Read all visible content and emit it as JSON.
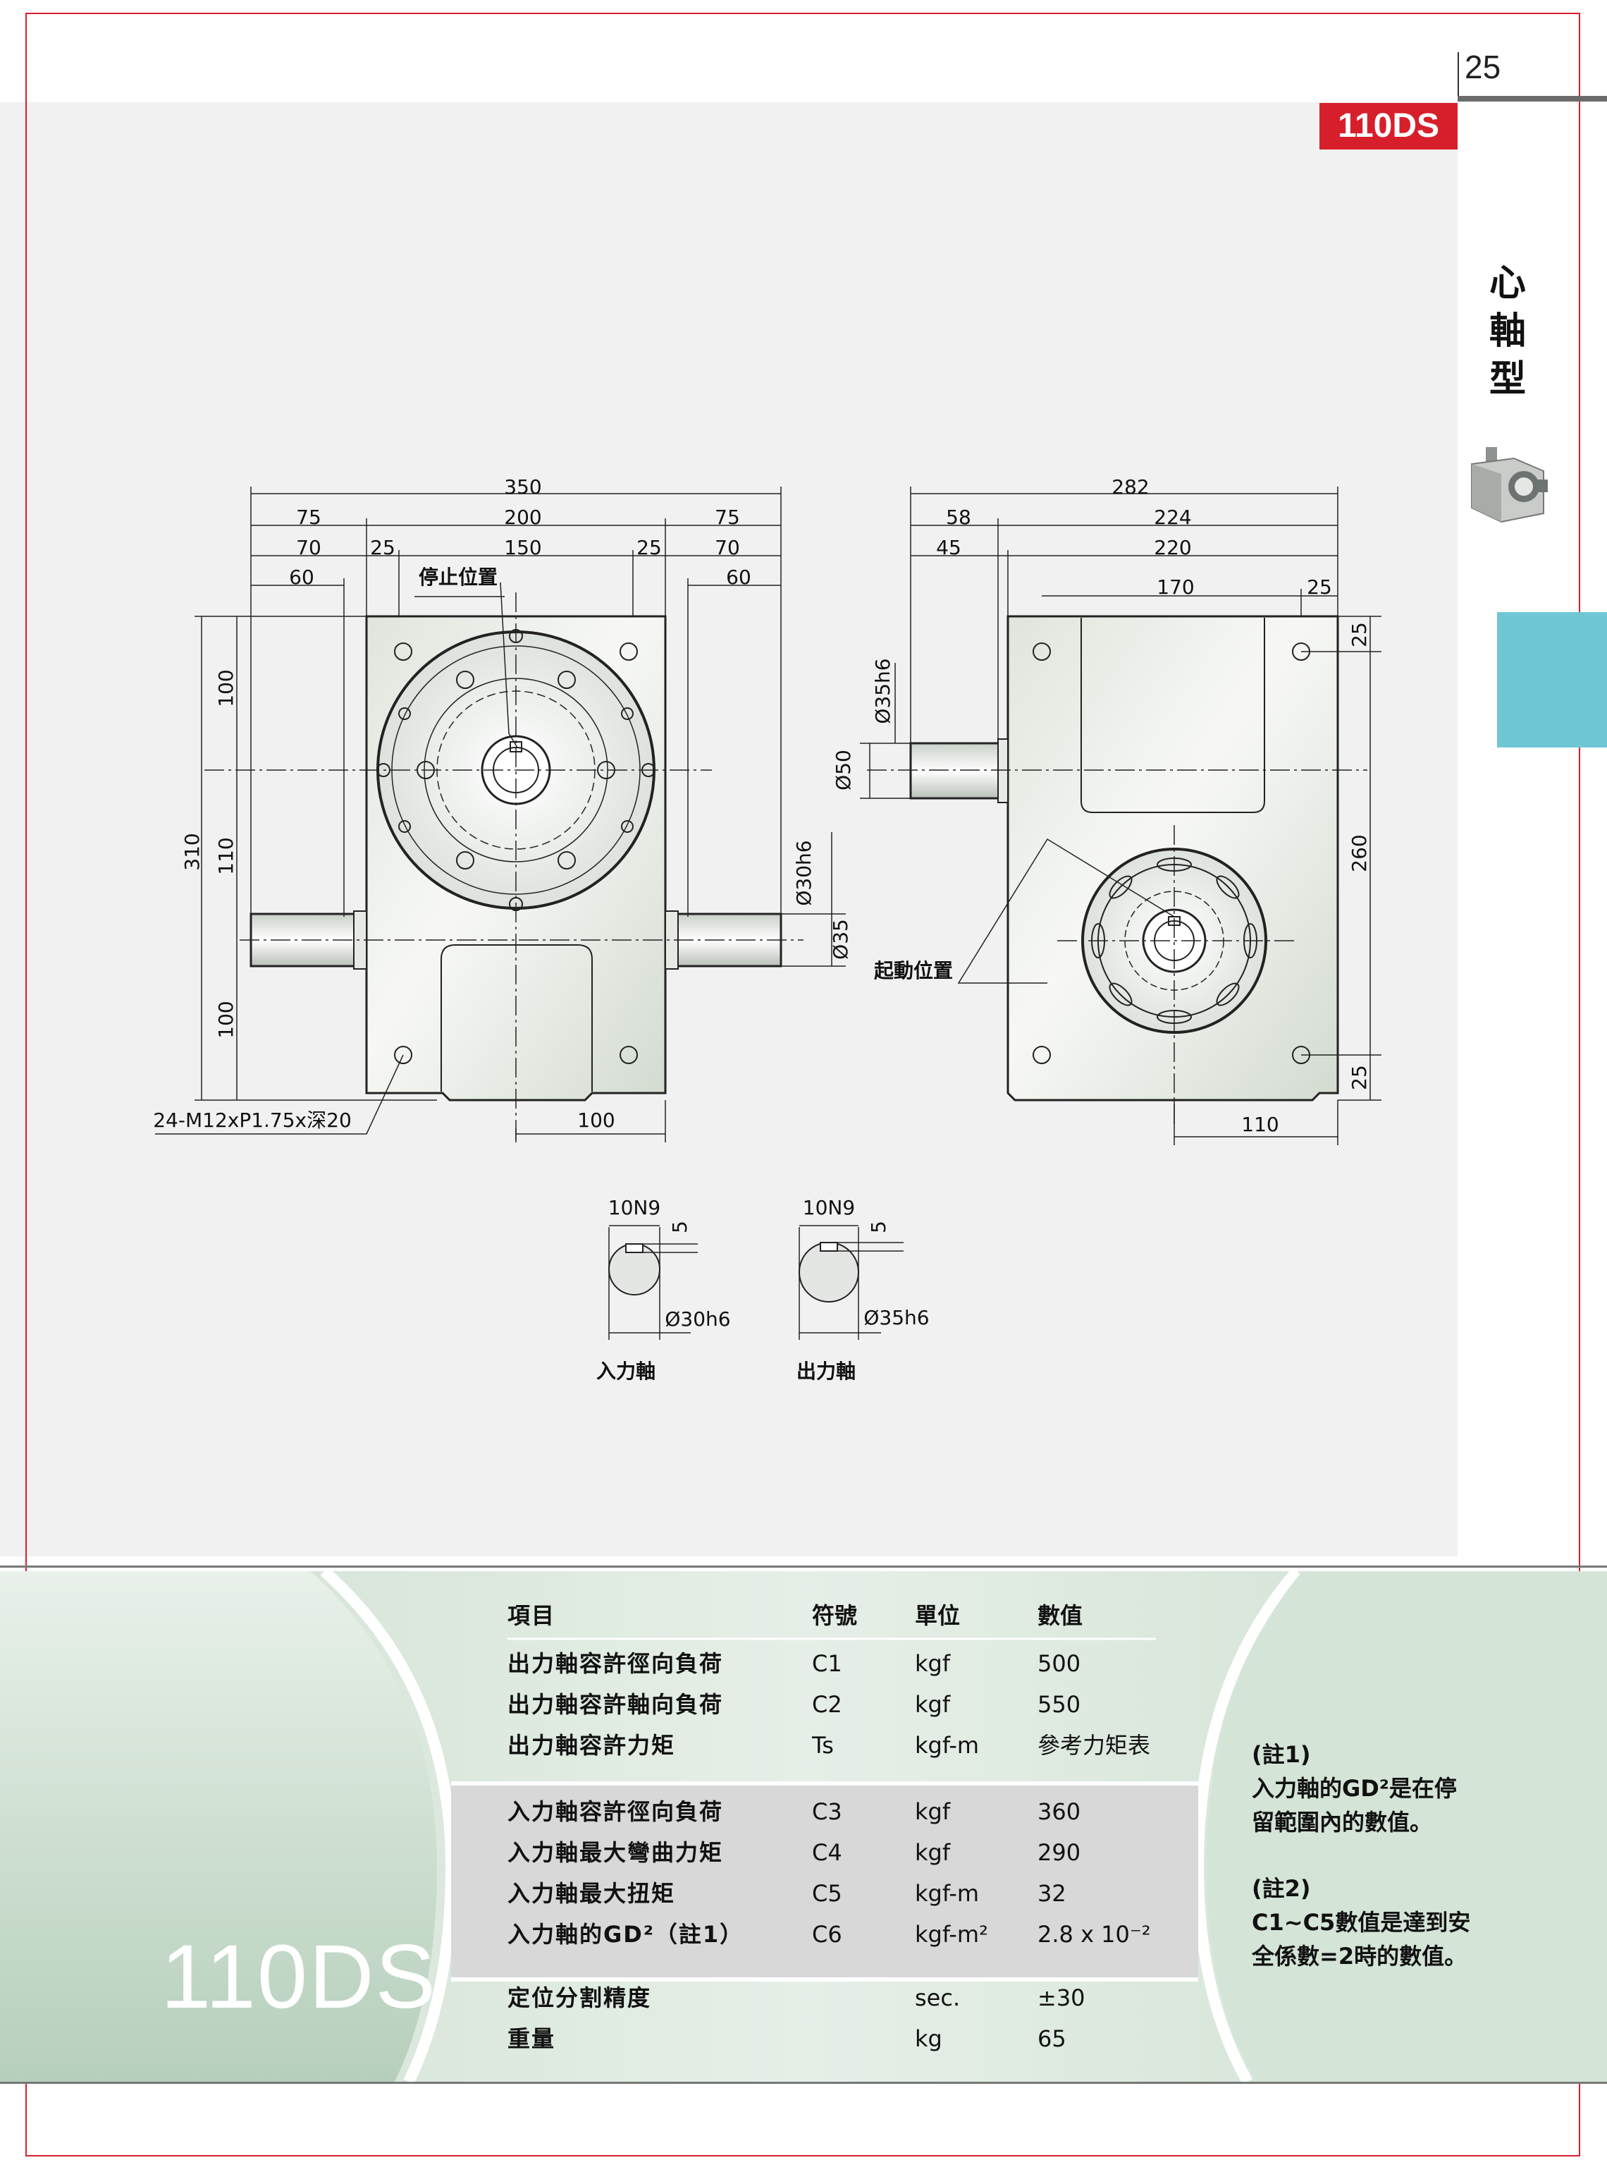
{
  "page": {
    "number": "25",
    "model_badge": "110DS",
    "side_label": "心軸型",
    "thumbnail_icon": "indexer-unit-photo",
    "accent_color": "#d71f2c",
    "tab_color": "#6fc7d6"
  },
  "drawing": {
    "front_view": {
      "dims_top": [
        "350",
        "75",
        "200",
        "75",
        "70",
        "25",
        "150",
        "25",
        "70",
        "60",
        "60"
      ],
      "label_stop": "停止位置",
      "dims_left": [
        "310",
        "100",
        "110",
        "100"
      ],
      "dims_right": [
        "Ø30h6",
        "Ø35"
      ],
      "dim_bottom": "100",
      "callout_holes": "24-M12xP1.75x深20"
    },
    "side_view": {
      "dims_top": [
        "282",
        "58",
        "224",
        "45",
        "220",
        "170",
        "25"
      ],
      "dims_left": [
        "Ø35h6",
        "Ø50"
      ],
      "label_start": "起動位置",
      "dims_right": [
        "25",
        "260",
        "25"
      ],
      "dim_bottom": "110"
    },
    "shaft_sections": [
      {
        "key": "10N9",
        "depth": "5",
        "dia": "Ø30h6",
        "caption": "入力軸"
      },
      {
        "key": "10N9",
        "depth": "5",
        "dia": "Ø35h6",
        "caption": "出力軸"
      }
    ]
  },
  "spec": {
    "series_title": "110DS",
    "header": {
      "item": "項目",
      "symbol": "符號",
      "unit": "單位",
      "value": "數值"
    },
    "group1": [
      {
        "item": "出力軸容許徑向負荷",
        "symbol": "C1",
        "unit": "kgf",
        "value": "500"
      },
      {
        "item": "出力軸容許軸向負荷",
        "symbol": "C2",
        "unit": "kgf",
        "value": "550"
      },
      {
        "item": "出力軸容許力矩",
        "symbol": "Ts",
        "unit": "kgf-m",
        "value": "參考力矩表"
      }
    ],
    "group2": [
      {
        "item": "入力軸容許徑向負荷",
        "symbol": "C3",
        "unit": "kgf",
        "value": "360"
      },
      {
        "item": "入力軸最大彎曲力矩",
        "symbol": "C4",
        "unit": "kgf",
        "value": "290"
      },
      {
        "item": "入力軸最大扭矩",
        "symbol": "C5",
        "unit": "kgf-m",
        "value": "32"
      },
      {
        "item": "入力軸的GD²（註1）",
        "symbol": "C6",
        "unit": "kgf-m²",
        "value": "2.8 x 10⁻²"
      }
    ],
    "group3": [
      {
        "item": "定位分割精度",
        "symbol": "",
        "unit": "sec.",
        "value": "±30"
      },
      {
        "item": "重量",
        "symbol": "",
        "unit": "kg",
        "value": "65"
      }
    ],
    "notes": {
      "n1_title": "(註1)",
      "n1_body": "入力軸的GD²是在停留範圍內的數值。",
      "n2_title": "(註2)",
      "n2_body": "C1~C5數值是達到安全係數=2時的數值。"
    }
  }
}
